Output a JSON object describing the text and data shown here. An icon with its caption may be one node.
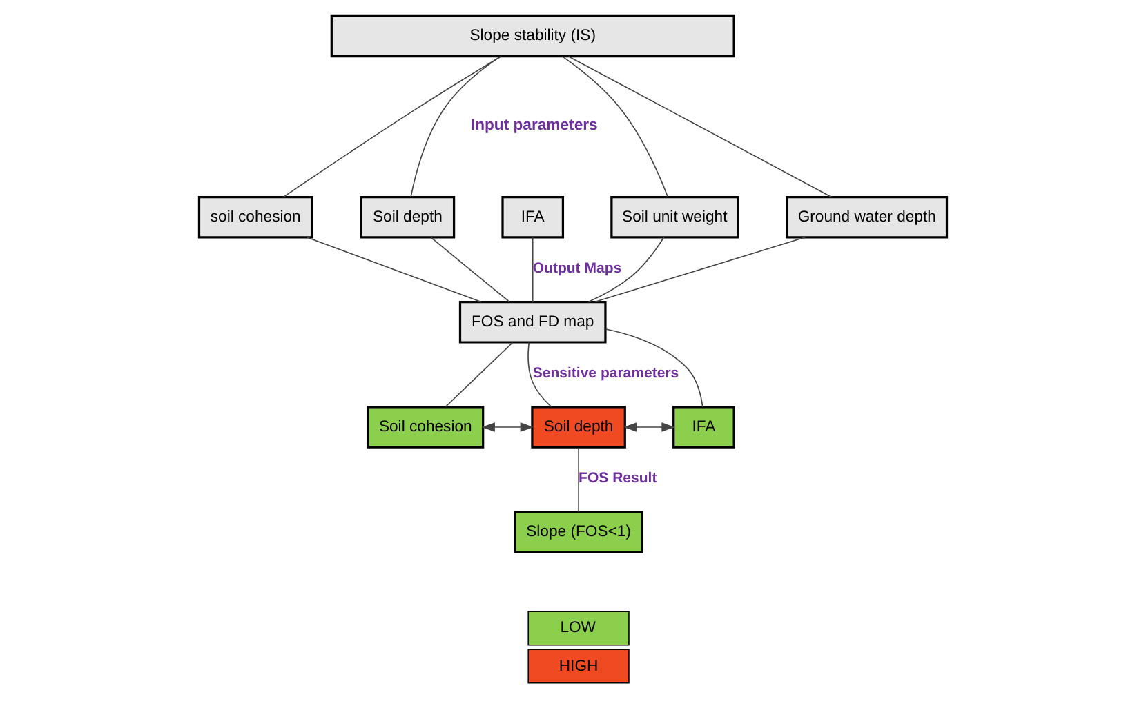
{
  "diagram": {
    "nodes": [
      {
        "text": [
          "Slope stability (IS)"
        ]
      },
      {
        "text": [
          "soil cohesion"
        ]
      },
      {
        "text": [
          "Soil depth"
        ]
      },
      {
        "text": [
          "IFA"
        ]
      },
      {
        "text": [
          "Soil unit weight"
        ]
      },
      {
        "text": [
          "Ground water depth"
        ]
      },
      {
        "text": [
          "FOS and FD map"
        ]
      },
      {
        "text": [
          "Soil cohesion"
        ]
      },
      {
        "text": [
          "Soil depth"
        ]
      },
      {
        "text": [
          "IFA"
        ]
      },
      {
        "text": [
          "Slope (FOS<1)"
        ]
      }
    ],
    "edges": [
      {
        "from": 0,
        "to": 1,
        "arrow": "none"
      },
      {
        "from": 0,
        "to": 2,
        "arrow": "none"
      },
      {
        "from": 0,
        "to": 4,
        "arrow": "none"
      },
      {
        "from": 0,
        "to": 5,
        "arrow": "none"
      },
      {
        "from": 1,
        "to": 6,
        "arrow": "none"
      },
      {
        "from": 2,
        "to": 6,
        "arrow": "none"
      },
      {
        "from": 3,
        "to": 6,
        "arrow": "none",
        "label": "Output Maps"
      },
      {
        "from": 4,
        "to": 6,
        "arrow": "none"
      },
      {
        "from": 5,
        "to": 6,
        "arrow": "none"
      },
      {
        "from": 6,
        "to": 7,
        "arrow": "none"
      },
      {
        "from": 6,
        "to": 8,
        "arrow": "none",
        "label": "Sensitive parameters"
      },
      {
        "from": 6,
        "to": 9,
        "arrow": "none"
      },
      {
        "from": 7,
        "to": 8,
        "arrow": "both"
      },
      {
        "from": 8,
        "to": 9,
        "arrow": "both"
      },
      {
        "from": 8,
        "to": 10,
        "arrow": "none",
        "label": "FOS Result"
      }
    ],
    "labels": [
      "Input parameters"
    ],
    "legend": [
      {
        "text": "LOW",
        "color": "#8ccf4d"
      },
      {
        "text": "HIGH",
        "color": "#f04a23"
      }
    ]
  }
}
